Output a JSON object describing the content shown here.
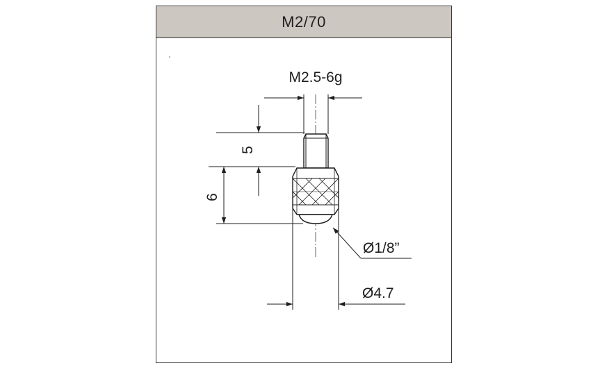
{
  "header": {
    "title": "M2/70"
  },
  "dimensions": {
    "thread": "M2.5-6g",
    "thread_length": "5",
    "head_length": "6",
    "ball_diameter": "Ø1/8”",
    "head_diameter": "Ø4.7"
  },
  "colors": {
    "title_bar": "#cdc7c1",
    "line": "#1e1e1e"
  }
}
